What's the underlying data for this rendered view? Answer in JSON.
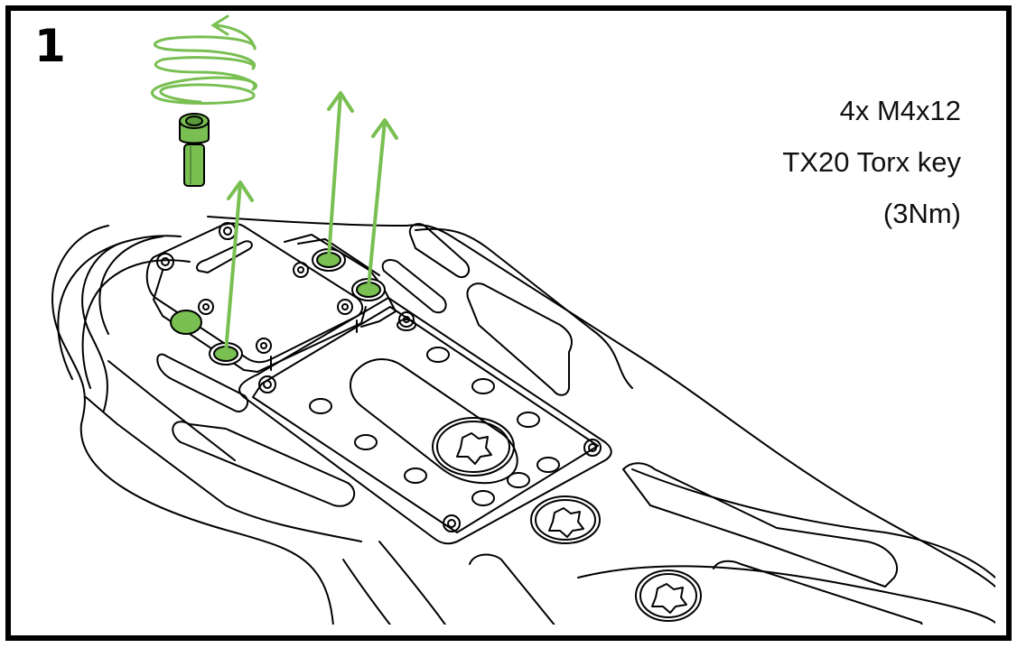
{
  "step": {
    "number": "1"
  },
  "specs": {
    "quantity_and_size": "4x M4x12",
    "tool": "TX20 Torx key",
    "torque": "(3Nm)"
  },
  "illustration": {
    "subject": "exploded view of mounting plate on frame with four screws being removed",
    "icons": [
      "counter-clockwise-rotation-icon",
      "socket-head-screw-icon",
      "removal-arrow-icon"
    ],
    "accent_color": "#79bf52",
    "line_color": "#000000",
    "screw_count": 4,
    "arrow_count": 3
  }
}
